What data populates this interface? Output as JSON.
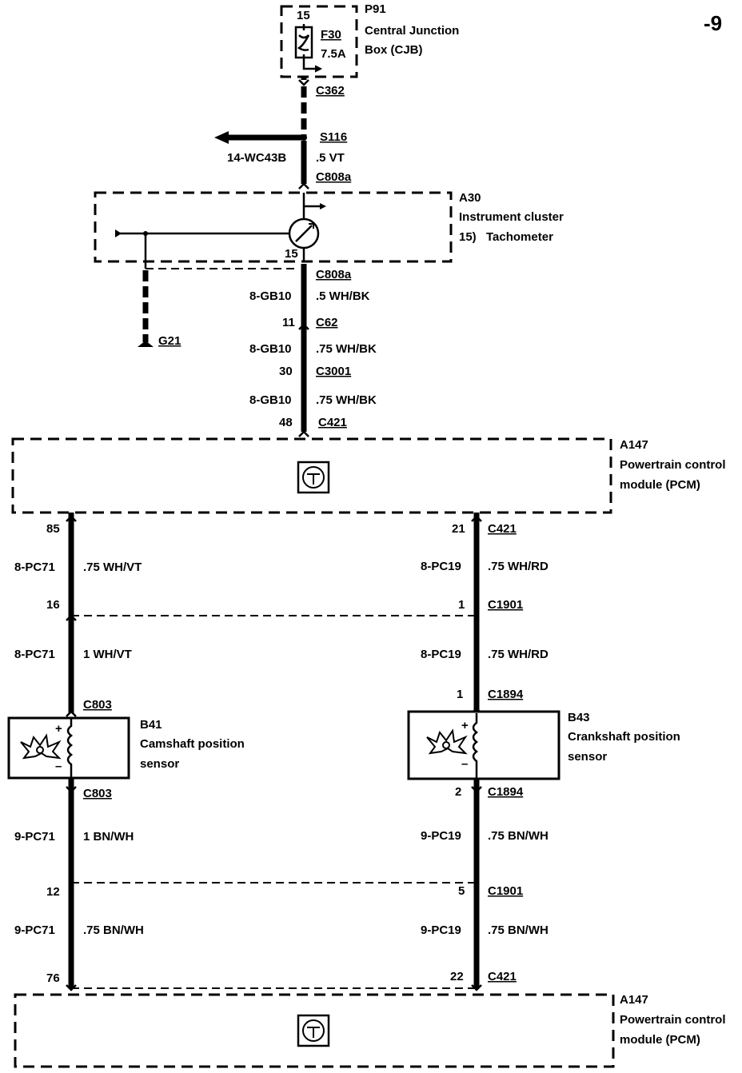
{
  "page_ref": "-9",
  "fuse_box": {
    "id": "P91",
    "name_line1": "Central Junction",
    "name_line2": "Box (CJB)",
    "fuse_id": "F30",
    "fuse_rating": "7.5A",
    "pin": "15"
  },
  "connector_c362": "C362",
  "splice_s116": "S116",
  "branch_circuit": "14-WC43B",
  "wire_top_size": ".5 VT",
  "connector_c808a_top": "C808a",
  "instrument_cluster": {
    "id": "A30",
    "name": "Instrument cluster",
    "item_number": "15)",
    "item_name": "Tachometer",
    "pin": "15"
  },
  "ground": "G21",
  "cluster_to_pcm": [
    {
      "circuit": "8-GB10",
      "size": ".5 WH/BK"
    },
    {
      "circuit": "8-GB10",
      "size": ".75 WH/BK"
    },
    {
      "circuit": "8-GB10",
      "size": ".75 WH/BK"
    }
  ],
  "connector_c808a_bottom": "C808a",
  "connector_c62": {
    "pin": "11",
    "name": "C62"
  },
  "connector_c3001": {
    "pin": "30",
    "name": "C3001"
  },
  "connector_c421_top": {
    "pin": "48",
    "name": "C421"
  },
  "pcm": {
    "id": "A147",
    "name_line1": "Powertrain control",
    "name_line2": "module (PCM)"
  },
  "cam_side": {
    "pin_pcm_top": "85",
    "pin_c1901_top": "16",
    "wire1": {
      "circuit": "8-PC71",
      "size": ".75 WH/VT"
    },
    "wire2": {
      "circuit": "8-PC71",
      "size": "1 WH/VT"
    },
    "connector_top": "C803",
    "connector_bottom": "C803",
    "wire3": {
      "circuit": "9-PC71",
      "size": "1 BN/WH"
    },
    "pin_c1901_bottom": "12",
    "wire4": {
      "circuit": "9-PC71",
      "size": ".75 BN/WH"
    },
    "pin_pcm_bottom": "76"
  },
  "crank_side": {
    "pin_pcm_top": "21",
    "connector_pcm_top": "C421",
    "wire1": {
      "circuit": "8-PC19",
      "size": ".75 WH/RD"
    },
    "pin_c1901_top": "1",
    "connector_c1901_top": "C1901",
    "wire2": {
      "circuit": "8-PC19",
      "size": ".75 WH/RD"
    },
    "pin_sensor_top": "1",
    "connector_sensor_top": "C1894",
    "pin_sensor_bottom": "2",
    "connector_sensor_bottom": "C1894",
    "wire3": {
      "circuit": "9-PC19",
      "size": ".75 BN/WH"
    },
    "pin_c1901_bottom": "5",
    "connector_c1901_bottom": "C1901",
    "wire4": {
      "circuit": "9-PC19",
      "size": ".75 BN/WH"
    },
    "pin_pcm_bottom": "22",
    "connector_pcm_bottom": "C421"
  },
  "cam_sensor": {
    "id": "B41",
    "name_line1": "Camshaft position",
    "name_line2": "sensor",
    "plus": "+",
    "minus": "–"
  },
  "crank_sensor": {
    "id": "B43",
    "name_line1": "Crankshaft position",
    "name_line2": "sensor",
    "plus": "+",
    "minus": "–"
  }
}
